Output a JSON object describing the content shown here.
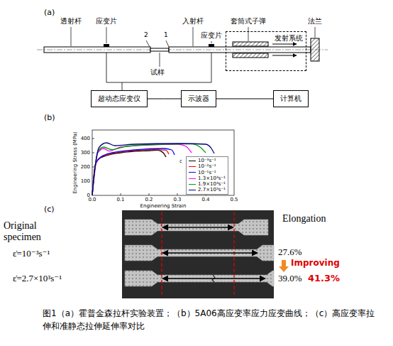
{
  "diagram": {
    "caption": "图1（a）霍普金森拉杆实验装置；（b）5A06高应变率应力应变曲线；（c）高应变率拉伸和准静态拉伸延伸率对比",
    "nodes": [
      {
        "text": [
          "发射系统"
        ]
      },
      {
        "text": [
          "超动态应变仪"
        ]
      },
      {
        "text": [
          "示波器"
        ]
      },
      {
        "text": [
          "计算机"
        ]
      }
    ],
    "edges": [
      {
        "from": 1,
        "to": 2,
        "arrow": "none"
      },
      {
        "from": 2,
        "to": 3,
        "arrow": "none"
      }
    ],
    "labels": [
      "(a)",
      "透射杆",
      "应变片",
      "2",
      "1",
      "入射杆",
      "应变片",
      "套筒式子弹",
      "法兰",
      "试样",
      "(b)",
      "Engineering Stress (MPa)",
      "Engineering Strain",
      "0",
      "100",
      "200",
      "300",
      "400",
      "0.0",
      "0.1",
      "0.2",
      "0.3",
      "0.4",
      "0.5",
      "c",
      "(c)",
      "Original specimen",
      "ε̇=10⁻³s⁻¹",
      "ε̇=2.7×10³s⁻¹",
      "Elongation",
      "27.6%",
      "Improving",
      "39.0%",
      "41.3%"
    ],
    "legend": [
      {
        "text": "10⁻³s⁻¹"
      },
      {
        "text": "10⁻²s⁻¹"
      },
      {
        "text": "10⁻¹s⁻¹"
      },
      {
        "text": "1.3×10³s⁻¹"
      },
      {
        "text": "1.9×10³s⁻¹"
      },
      {
        "text": "2.7×10³s⁻¹"
      }
    ]
  }
}
